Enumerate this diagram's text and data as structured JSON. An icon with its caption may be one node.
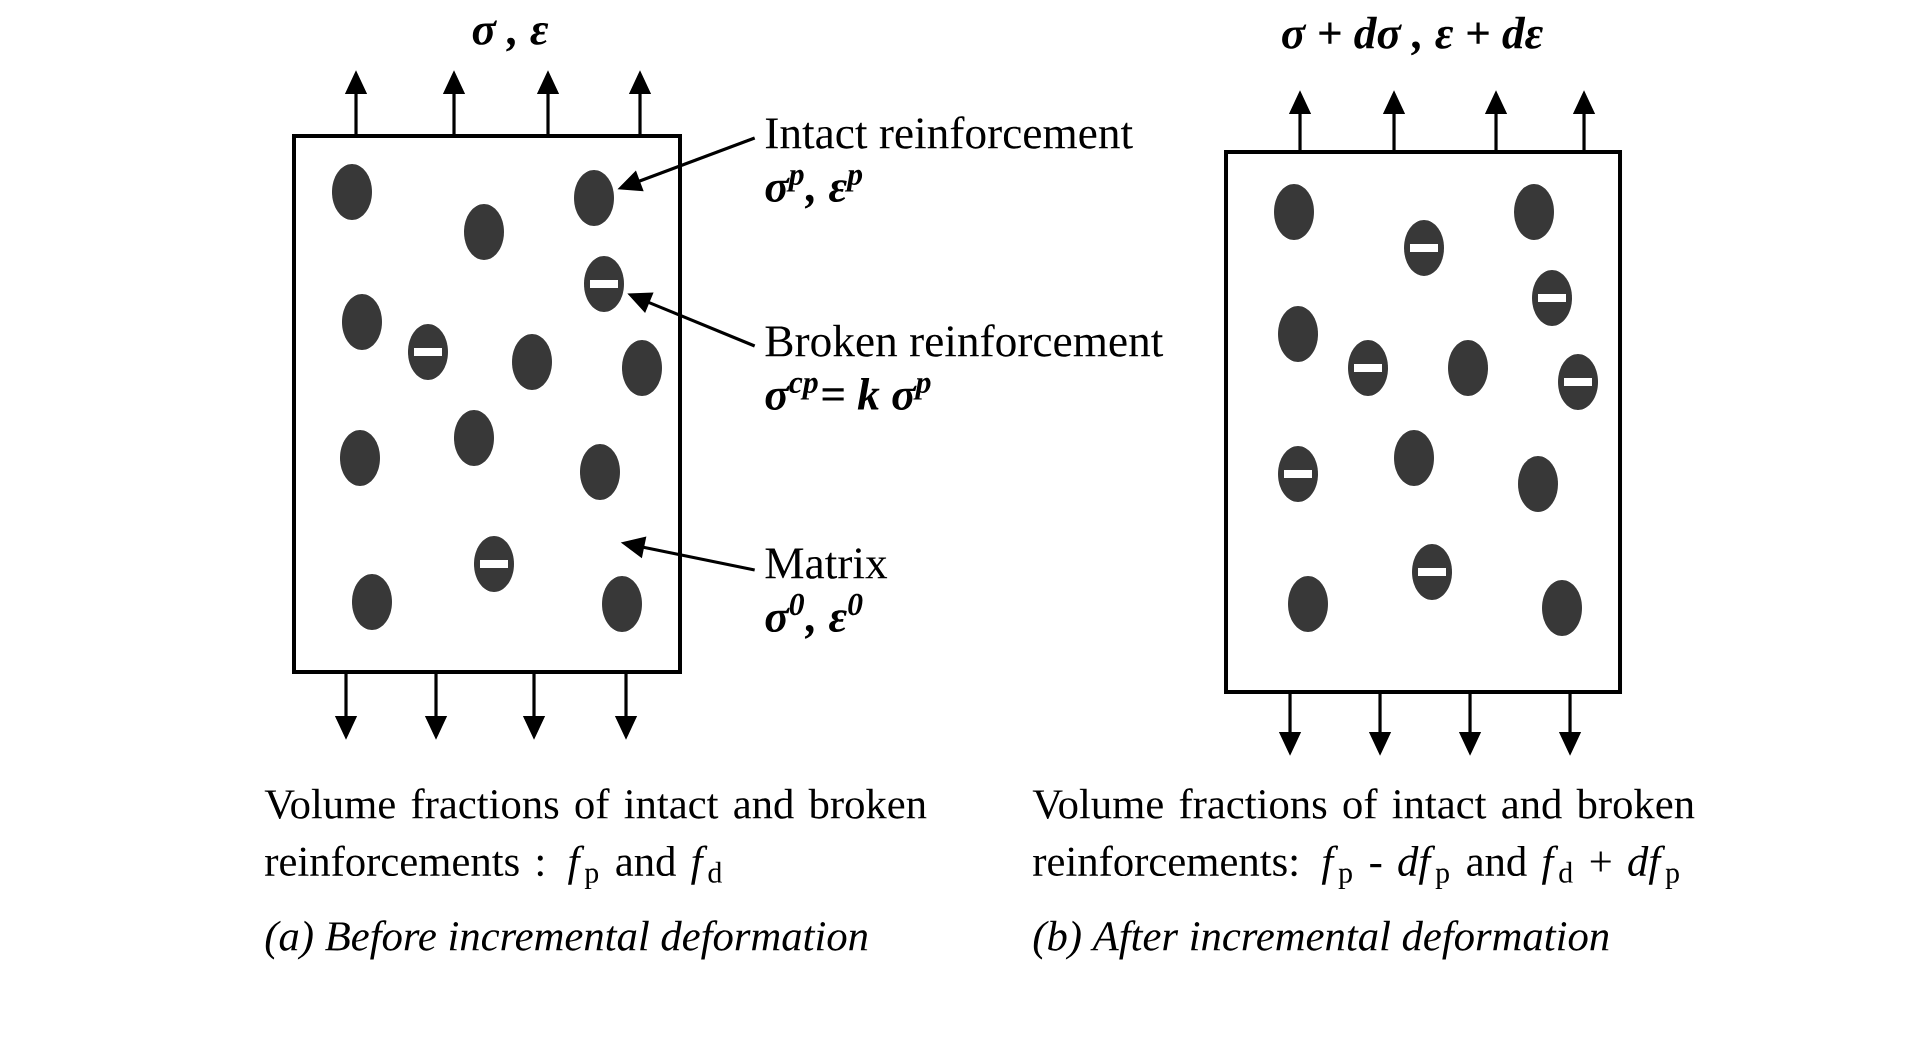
{
  "diagram": {
    "nodes": [
      {
        "text": [],
        "shape": "box"
      },
      {
        "text": [],
        "shape": "circle",
        "in": 0
      },
      {
        "text": [],
        "shape": "circle",
        "in": 0
      },
      {
        "text": [],
        "shape": "circle",
        "in": 0
      },
      {
        "text": [],
        "shape": "circle",
        "in": 0
      },
      {
        "text": [],
        "shape": "circle",
        "in": 0
      },
      {
        "text": [],
        "shape": "circle",
        "in": 0
      },
      {
        "text": [],
        "shape": "circle",
        "in": 0
      },
      {
        "text": [],
        "shape": "circle",
        "in": 0
      },
      {
        "text": [],
        "shape": "circle",
        "in": 0
      },
      {
        "text": [],
        "shape": "circle",
        "in": 0
      },
      {
        "text": [],
        "shape": "circle",
        "in": 0
      },
      {
        "text": [],
        "shape": "circle",
        "in": 0
      },
      {
        "text": [],
        "shape": "circle",
        "in": 0
      },
      {
        "text": [],
        "shape": "circle",
        "in": 0
      },
      {
        "text": [
          "Intact reinforcement",
          "σ$^{p}$, ε$^{p}$"
        ]
      },
      {
        "text": [
          "Broken reinforcement",
          "σ$^{cp}$= k σ$^{p}$"
        ]
      },
      {
        "text": [
          "Matrix",
          "σ$^{0}$, ε$^{0}$"
        ]
      },
      {
        "text": [],
        "shape": "box"
      },
      {
        "text": [],
        "shape": "circle",
        "in": 18
      },
      {
        "text": [],
        "shape": "circle",
        "in": 18
      },
      {
        "text": [],
        "shape": "circle",
        "in": 18
      },
      {
        "text": [],
        "shape": "circle",
        "in": 18
      },
      {
        "text": [],
        "shape": "circle",
        "in": 18
      },
      {
        "text": [],
        "shape": "circle",
        "in": 18
      },
      {
        "text": [],
        "shape": "circle",
        "in": 18
      },
      {
        "text": [],
        "shape": "circle",
        "in": 18
      },
      {
        "text": [],
        "shape": "circle",
        "in": 18
      },
      {
        "text": [],
        "shape": "circle",
        "in": 18
      },
      {
        "text": [],
        "shape": "circle",
        "in": 18
      },
      {
        "text": [],
        "shape": "circle",
        "in": 18
      },
      {
        "text": [],
        "shape": "circle",
        "in": 18
      },
      {
        "text": [],
        "shape": "circle",
        "in": 18
      }
    ],
    "edges": [
      {
        "from": 15,
        "to": 2,
        "arrow": "to"
      },
      {
        "from": 16,
        "to": 4,
        "arrow": "to"
      },
      {
        "from": 17,
        "to": 0,
        "arrow": "to"
      }
    ],
    "labels": [
      "σ , ε",
      "σ + dσ ,  ε + dε",
      "Volume fractions of intact and broken reinforcements : *f*$_{p}$ and *f*$_{d}$",
      "Volume fractions of intact and broken reinforcements: *f*$_{p}$ - *df*$_{p}$ and *f*$_{d}$ + *df*$_{p}$",
      "(a) Before incremental deformation",
      "(b) After incremental deformation"
    ]
  }
}
